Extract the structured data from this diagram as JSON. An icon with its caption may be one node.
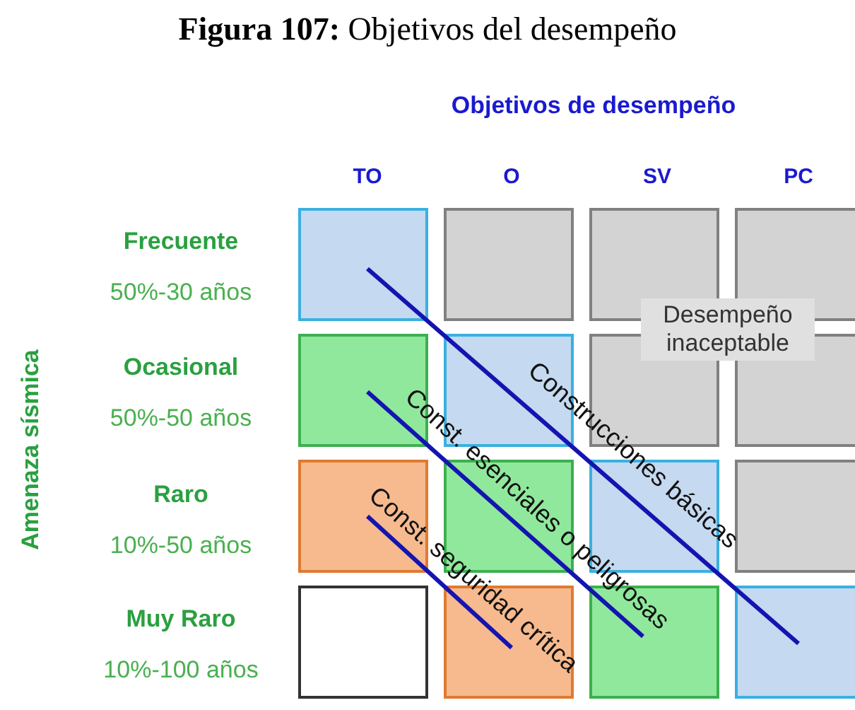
{
  "diagram": {
    "title": "**Figura 107:** Objetivos del desempeño",
    "labels": [
      "Objetivos de desempeño",
      "TO",
      "O",
      "SV",
      "PC",
      "Amenaza sísmica",
      "Frecuente",
      "50%-30 años",
      "Ocasional",
      "50%-50 años",
      "Raro",
      "10%-50 años",
      "Muy Raro",
      "10%-100 años",
      "Desempeño inaceptable",
      "Construcciones básicas",
      "Const. esenciales o peligrosas",
      "Const. seguridad crítica"
    ]
  }
}
